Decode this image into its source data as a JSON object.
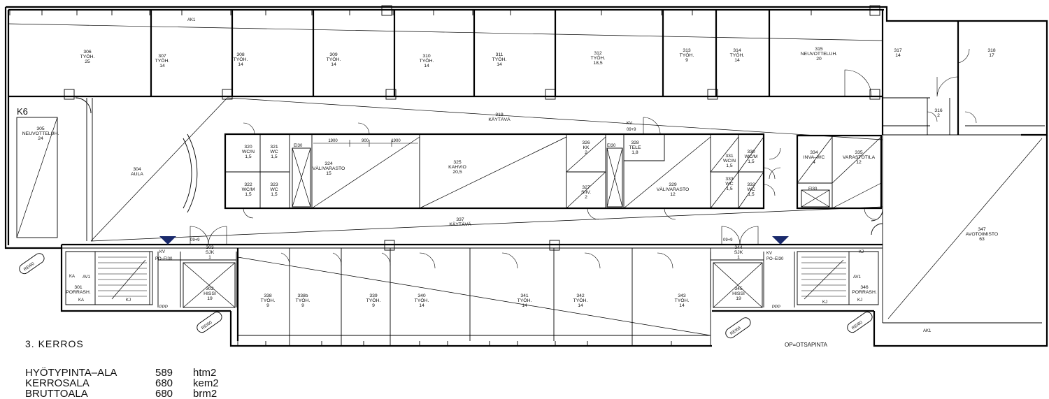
{
  "drawing": {
    "floor_title": "3.  KERROS",
    "note": "OP=OTSAPINTA",
    "areas": [
      {
        "label": "HYÖTYPINTA–ALA",
        "value": "589",
        "unit": "htm2"
      },
      {
        "label": "KERROSALA",
        "value": "680",
        "unit": "kem2"
      },
      {
        "label": "BRUTTOALA",
        "value": "680",
        "unit": "brm2"
      }
    ]
  },
  "rooms": [
    {
      "id": "r306",
      "lines": [
        "306",
        "TYÖH.",
        "25"
      ]
    },
    {
      "id": "r307",
      "lines": [
        "307",
        "TYÖH.",
        "14"
      ]
    },
    {
      "id": "r308",
      "lines": [
        "308",
        "TYÖH.",
        "14"
      ]
    },
    {
      "id": "r309",
      "lines": [
        "309",
        "TYÖH.",
        "14"
      ]
    },
    {
      "id": "r310",
      "lines": [
        "310",
        "TYÖH.",
        "14"
      ]
    },
    {
      "id": "r311",
      "lines": [
        "311",
        "TYÖH.",
        "14"
      ]
    },
    {
      "id": "r312",
      "lines": [
        "312",
        "TYÖH.",
        "18,5"
      ]
    },
    {
      "id": "r313",
      "lines": [
        "313",
        "TYÖH.",
        "9"
      ]
    },
    {
      "id": "r314",
      "lines": [
        "314",
        "TYÖH.",
        "14"
      ]
    },
    {
      "id": "r315",
      "lines": [
        "315",
        "NEUVOTTELUH.",
        "20"
      ]
    },
    {
      "id": "r317",
      "lines": [
        "317",
        "14"
      ]
    },
    {
      "id": "r318",
      "lines": [
        "318",
        "17"
      ]
    },
    {
      "id": "r305",
      "lines": [
        "305",
        "NEUVOTTELUH.",
        "24"
      ]
    },
    {
      "id": "r319",
      "lines": [
        "319",
        "KÄYTÄVÄ"
      ]
    },
    {
      "id": "r316",
      "lines": [
        "316",
        "2"
      ]
    },
    {
      "id": "r304",
      "lines": [
        "304",
        "AULA"
      ]
    },
    {
      "id": "r320",
      "lines": [
        "320",
        "WC/N",
        "1,5"
      ]
    },
    {
      "id": "r321",
      "lines": [
        "321",
        "WC",
        "1,5"
      ]
    },
    {
      "id": "r322",
      "lines": [
        "322",
        "WC/M",
        "1,5"
      ]
    },
    {
      "id": "r323",
      "lines": [
        "323",
        "WC",
        "1,5"
      ]
    },
    {
      "id": "r324",
      "lines": [
        "324",
        "VÄLIVARASTO",
        "15"
      ]
    },
    {
      "id": "r325",
      "lines": [
        "325",
        "KAHVIO",
        "20,5"
      ]
    },
    {
      "id": "r326",
      "lines": [
        "326",
        "KK",
        "2"
      ]
    },
    {
      "id": "r327",
      "lines": [
        "327",
        "SIIV.",
        "2"
      ]
    },
    {
      "id": "r328",
      "lines": [
        "328",
        "TELE",
        "1,8"
      ]
    },
    {
      "id": "r329",
      "lines": [
        "329",
        "VÄLIVARASTO",
        "12"
      ]
    },
    {
      "id": "r331",
      "lines": [
        "331",
        "WC/N",
        "1,5"
      ]
    },
    {
      "id": "r330",
      "lines": [
        "330",
        "WC/M",
        "1,5"
      ]
    },
    {
      "id": "r333",
      "lines": [
        "333",
        "WC",
        "1,5"
      ]
    },
    {
      "id": "r332",
      "lines": [
        "332",
        "WC",
        "1,5"
      ]
    },
    {
      "id": "r334",
      "lines": [
        "334",
        "INVA–WC",
        "4"
      ]
    },
    {
      "id": "r335",
      "lines": [
        "335",
        "VARASTOTILA",
        "12"
      ]
    },
    {
      "id": "r337",
      "lines": [
        "337",
        "KÄYTÄVÄ"
      ]
    },
    {
      "id": "r347",
      "lines": [
        "347",
        "AVOTOIMISTO",
        "63"
      ]
    },
    {
      "id": "r303",
      "lines": [
        "303",
        "SJK",
        "1"
      ]
    },
    {
      "id": "r344",
      "lines": [
        "344",
        "SJK",
        "1"
      ]
    },
    {
      "id": "r301",
      "lines": [
        "301",
        "PORRASH."
      ]
    },
    {
      "id": "r302",
      "lines": [
        "302",
        "HISSI",
        "19"
      ]
    },
    {
      "id": "r338",
      "lines": [
        "338",
        "TYÖH.",
        "9"
      ]
    },
    {
      "id": "r338b",
      "lines": [
        "338b",
        "TYÖH.",
        "9"
      ]
    },
    {
      "id": "r339",
      "lines": [
        "339",
        "TYÖH.",
        "9"
      ]
    },
    {
      "id": "r340",
      "lines": [
        "340",
        "TYÖH.",
        "14"
      ]
    },
    {
      "id": "r341",
      "lines": [
        "341",
        "TYÖH.",
        "14"
      ]
    },
    {
      "id": "r342",
      "lines": [
        "342",
        "TYÖH.",
        "14"
      ]
    },
    {
      "id": "r343",
      "lines": [
        "343",
        "TYÖH.",
        "14"
      ]
    },
    {
      "id": "r345",
      "lines": [
        "345",
        "HISSI",
        "19"
      ]
    },
    {
      "id": "r346",
      "lines": [
        "346",
        "PORRASH."
      ]
    }
  ],
  "tags": {
    "ak1": "AK1",
    "k6": "K6",
    "ei30": "EI30",
    "rei60": "REI60",
    "ka": "KA",
    "kj": "KJ",
    "av1": "AV1",
    "ppp": "PPP",
    "kv": "KV",
    "po": "PO–EI30",
    "door": "09+9",
    "dim_1900": "1900",
    "dim_900": "900"
  }
}
